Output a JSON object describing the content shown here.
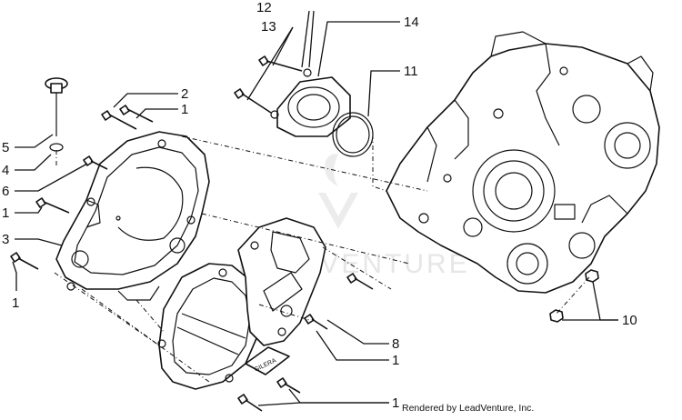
{
  "watermark": {
    "text": "LEADVENTURE",
    "logo": "leadventure-logo-icon"
  },
  "credit": "Rendered by LeadVenture, Inc.",
  "callouts": [
    "12",
    "13",
    "14",
    "11",
    "2",
    "1",
    "5",
    "4",
    "6",
    "1",
    "3",
    "1",
    "8",
    "1",
    "10",
    "1"
  ],
  "badge_text": "GILERA",
  "colors": {
    "ink": "#111111",
    "watermark": "#e6e6e6",
    "background": "#ffffff"
  }
}
